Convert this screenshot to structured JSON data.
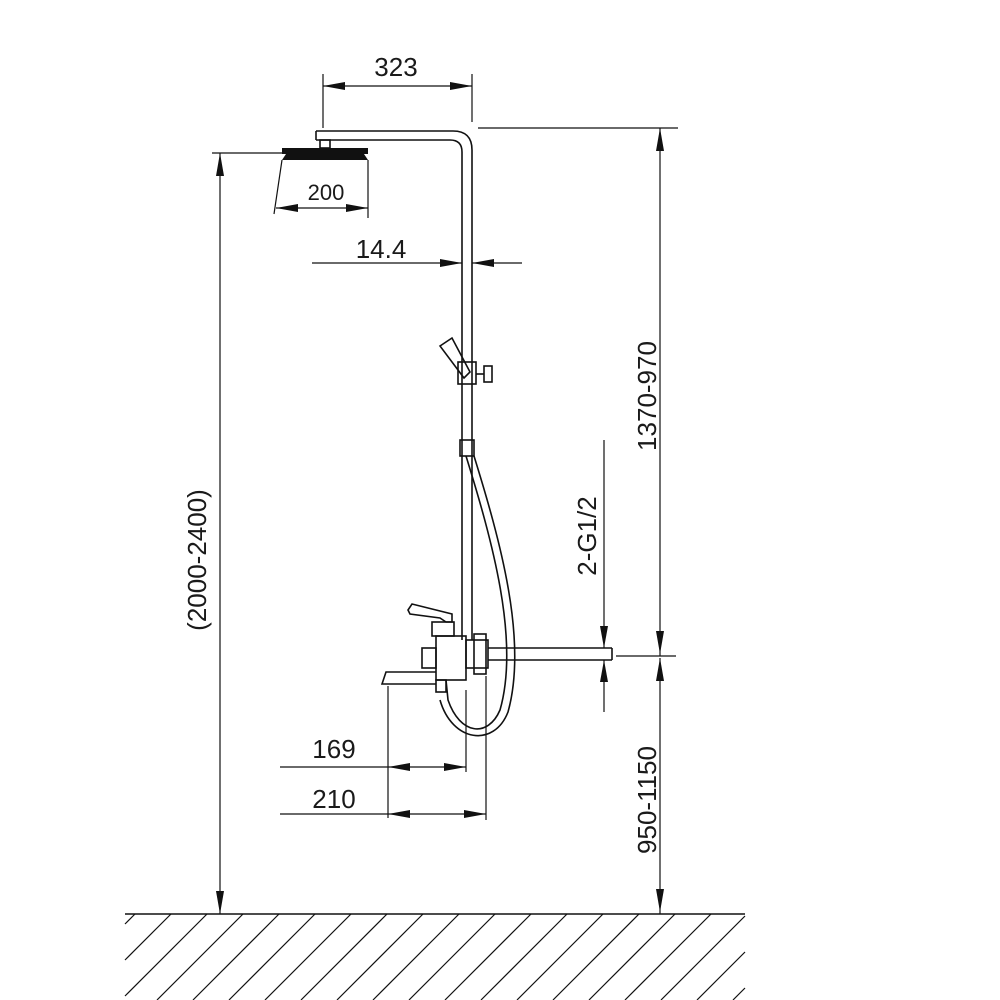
{
  "dimensions": {
    "arm_reach": "323",
    "head_width": "200",
    "pipe_offset": "14.4",
    "spout_reach": "169",
    "mixer_reach": "210",
    "total_height": "(2000-2400)",
    "rail_height": "1370-970",
    "inlet_spec": "2-G1/2",
    "mixer_height": "950-1150"
  },
  "colors": {
    "line": "#111111",
    "text": "#1a1a1a",
    "background": "#ffffff"
  }
}
